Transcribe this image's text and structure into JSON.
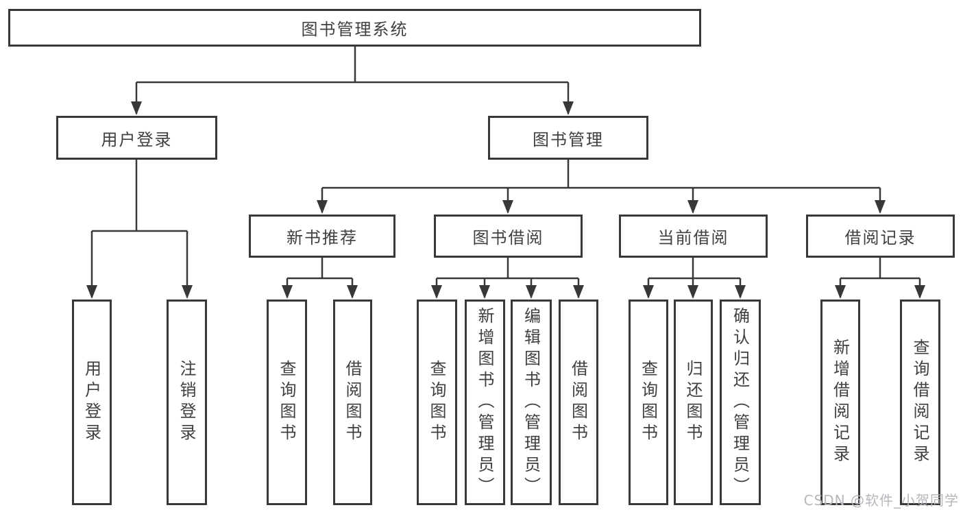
{
  "colors": {
    "line": "#383838",
    "text": "#3f3f3f",
    "box_fill": "#ffffff",
    "watermark": "#b6b6bc"
  },
  "nodes": {
    "root": {
      "label": "图书管理系统"
    },
    "user_login": {
      "label": "用户登录"
    },
    "book_mgmt": {
      "label": "图书管理"
    },
    "new_book_rec": {
      "label": "新书推荐"
    },
    "book_borrow": {
      "label": "图书借阅"
    },
    "current_borrow": {
      "label": "当前借阅"
    },
    "borrow_record": {
      "label": "借阅记录"
    },
    "leaf_user_login": {
      "label": "用户登录"
    },
    "leaf_logout": {
      "label": "注销登录"
    },
    "leaf_rec_query": {
      "label": "查询图书"
    },
    "leaf_rec_borrow": {
      "label": "借阅图书"
    },
    "leaf_bor_query": {
      "label": "查询图书"
    },
    "leaf_bor_add": {
      "label": "新增图书（管理员）"
    },
    "leaf_bor_edit": {
      "label": "编辑图书（管理员）"
    },
    "leaf_bor_borrow": {
      "label": "借阅图书"
    },
    "leaf_cur_query": {
      "label": "查询图书"
    },
    "leaf_cur_return": {
      "label": "归还图书"
    },
    "leaf_cur_confirm": {
      "label": "确认归还（管理员）"
    },
    "leaf_log_add": {
      "label": "新增借阅记录"
    },
    "leaf_log_query": {
      "label": "查询借阅记录"
    }
  },
  "watermark": "CSDN @软件_小贺同学"
}
